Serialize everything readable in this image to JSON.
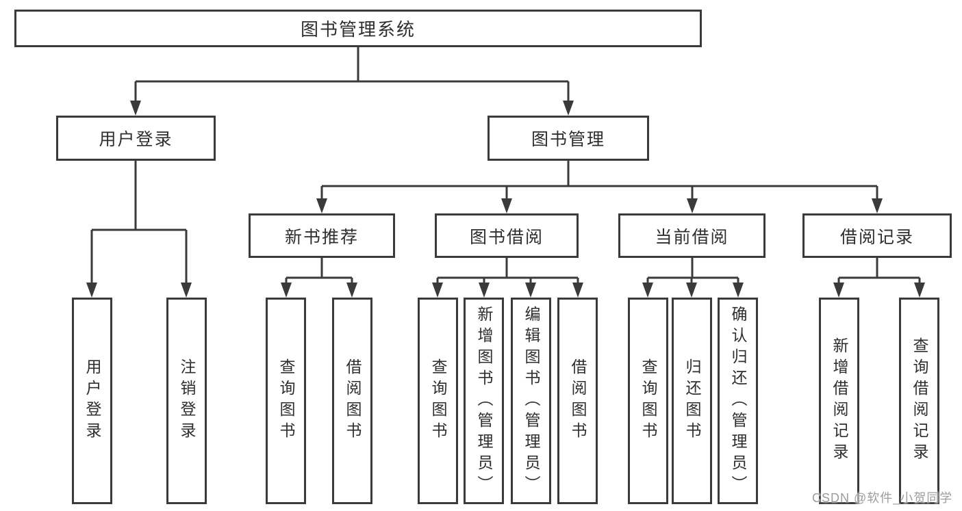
{
  "colors": {
    "line": "#3a3a3a",
    "box_border": "#3a3a3a",
    "text": "#2e2e2e",
    "watermark": "#9d9d9d",
    "background": "#ffffff"
  },
  "watermark": {
    "text": "CSDN @软件_小贺同学"
  },
  "tree": {
    "root": {
      "label": "图书管理系统"
    },
    "branches": [
      {
        "label": "用户登录",
        "children": [
          {
            "label": "用户登录"
          },
          {
            "label": "注销登录"
          }
        ]
      },
      {
        "label": "图书管理",
        "children": [
          {
            "label": "新书推荐",
            "children": [
              {
                "label": "查询图书"
              },
              {
                "label": "借阅图书"
              }
            ]
          },
          {
            "label": "图书借阅",
            "children": [
              {
                "label": "查询图书"
              },
              {
                "label": "新增图书（管理员）"
              },
              {
                "label": "编辑图书（管理员）"
              },
              {
                "label": "借阅图书"
              }
            ]
          },
          {
            "label": "当前借阅",
            "children": [
              {
                "label": "查询图书"
              },
              {
                "label": "归还图书"
              },
              {
                "label": "确认归还（管理员）"
              }
            ]
          },
          {
            "label": "借阅记录",
            "children": [
              {
                "label": "新增借阅记录"
              },
              {
                "label": "查询借阅记录"
              }
            ]
          }
        ]
      }
    ]
  }
}
